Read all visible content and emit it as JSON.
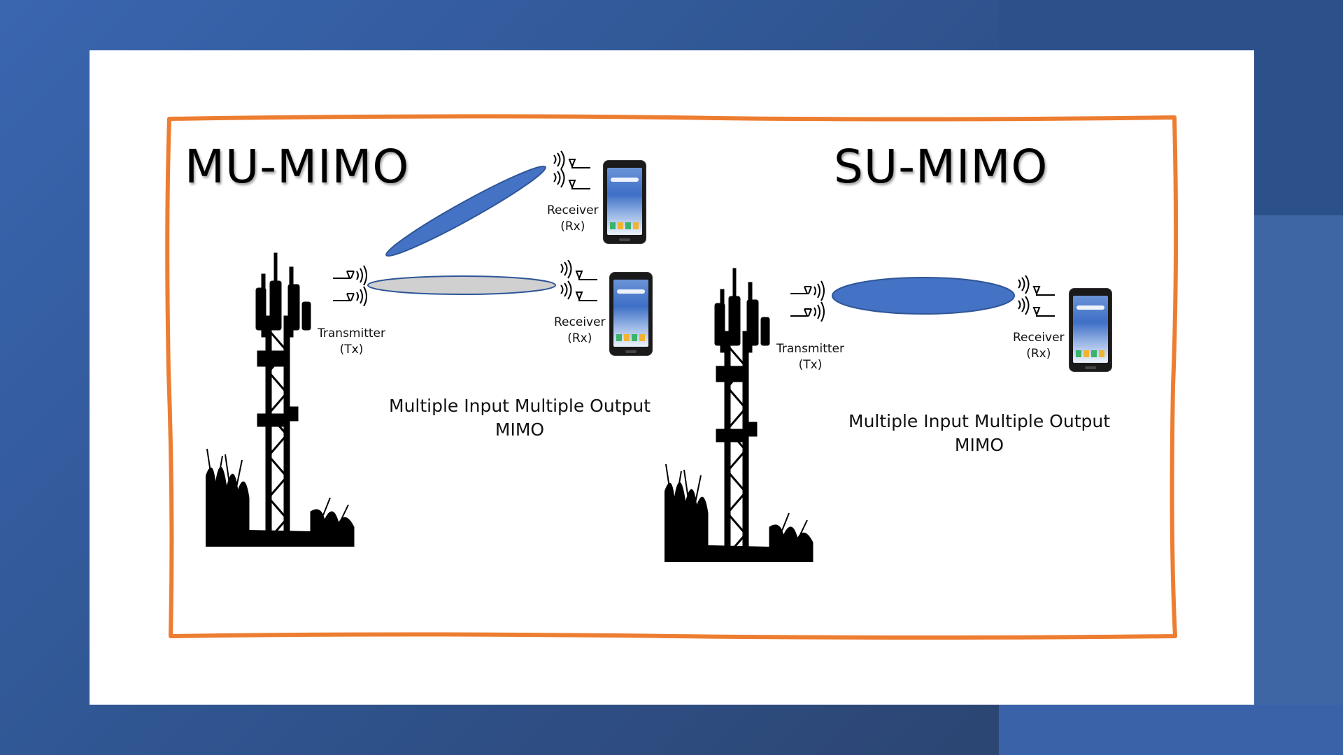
{
  "left": {
    "title": "MU-MIMO",
    "receiver_top": {
      "line1": "Receiver",
      "line2": "(Rx)"
    },
    "receiver_bottom": {
      "line1": "Receiver",
      "line2": "(Rx)"
    },
    "transmitter": {
      "line1": "Transmitter",
      "line2": "(Tx)"
    },
    "caption": {
      "line1": "Multiple Input Multiple Output",
      "line2": "MIMO"
    }
  },
  "right": {
    "title": "SU-MIMO",
    "receiver": {
      "line1": "Receiver",
      "line2": "(Rx)"
    },
    "transmitter": {
      "line1": "Transmitter",
      "line2": "(Tx)"
    },
    "caption": {
      "line1": "Multiple Input Multiple Output",
      "line2": "MIMO"
    }
  },
  "colors": {
    "frame": "#ed7d31",
    "beam_blue": "#4472c4",
    "beam_gray": "#d0d0d0",
    "beam_outline": "#2f5597"
  }
}
